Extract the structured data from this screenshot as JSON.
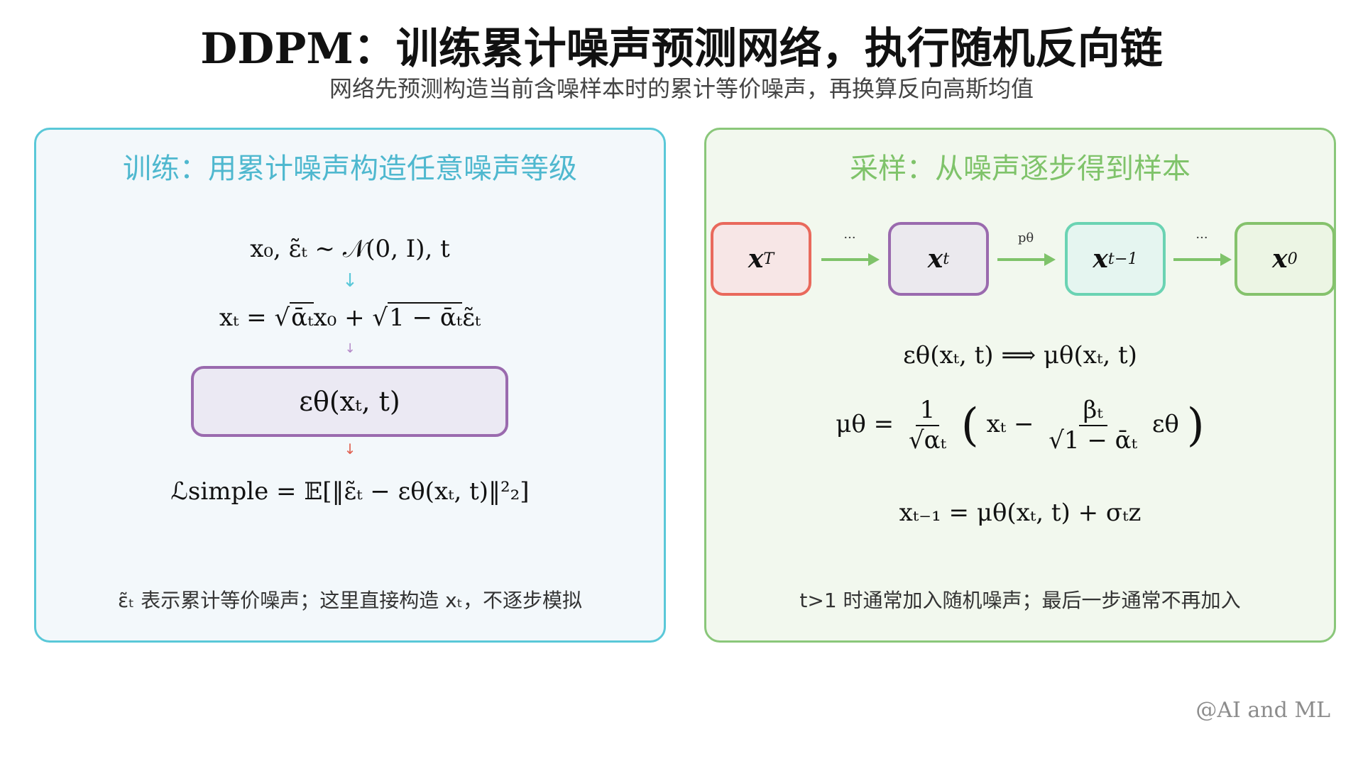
{
  "header": {
    "title_latin": "DDPM",
    "title_rest": "：训练累计噪声预测网络，执行随机反向链",
    "subtitle": "网络先预测构造当前含噪样本时的累计等价噪声，再换算反向高斯均值"
  },
  "left_panel": {
    "title": "训练：用累计噪声构造任意噪声等级",
    "line1": "x₀,   ε̃ₜ ∼ 𝒩(0, I),   t",
    "line2_lhs": "xₜ = ",
    "line2_a": "ᾱₜ",
    "line2_b": "x₀ + ",
    "line2_c": "1 − ᾱₜ",
    "line2_d": "ε̃ₜ",
    "network": "εθ(xₜ, t)",
    "loss": "ℒsimple = 𝔼[‖ε̃ₜ − εθ(xₜ, t)‖²₂]",
    "note": "ε̃ₜ 表示累计等价噪声；这里直接构造 xₜ，不逐步模拟",
    "colors": {
      "border": "#5ac8d8",
      "title": "#4fb8cf",
      "arrow1": "#5ac8d8",
      "arrow2": "#b388c7",
      "arrow3": "#e06050"
    }
  },
  "right_panel": {
    "title": "采样：从噪声逐步得到样本",
    "nodes": [
      {
        "label": "x",
        "sub": "T",
        "fill": "#f7e6e6",
        "border": "#e9695c"
      },
      {
        "label": "x",
        "sub": "t",
        "fill": "#ebe9ee",
        "border": "#9a6aae"
      },
      {
        "label": "x",
        "sub": "t−1",
        "fill": "#e5f5f0",
        "border": "#6bd3b3"
      },
      {
        "label": "x",
        "sub": "0",
        "fill": "#ecf5e4",
        "border": "#85c26c"
      }
    ],
    "arrow_labels": [
      "···",
      "pθ",
      "···"
    ],
    "arrow_color": "#7fc36a",
    "eq1": "εθ(xₜ, t)  ⟹  μθ(xₜ, t)",
    "eq2_lhs": "μθ = ",
    "eq2_frac1_num": "1",
    "eq2_frac1_den": "√αₜ",
    "eq2_inner_a": "xₜ − ",
    "eq2_frac2_num": "βₜ",
    "eq2_frac2_den": "√1 − ᾱₜ",
    "eq2_inner_b": "εθ",
    "eq3": "xₜ₋₁ = μθ(xₜ, t) + σₜz",
    "note": "t>1 时通常加入随机噪声；最后一步通常不再加入"
  },
  "watermark": "@AI and ML"
}
